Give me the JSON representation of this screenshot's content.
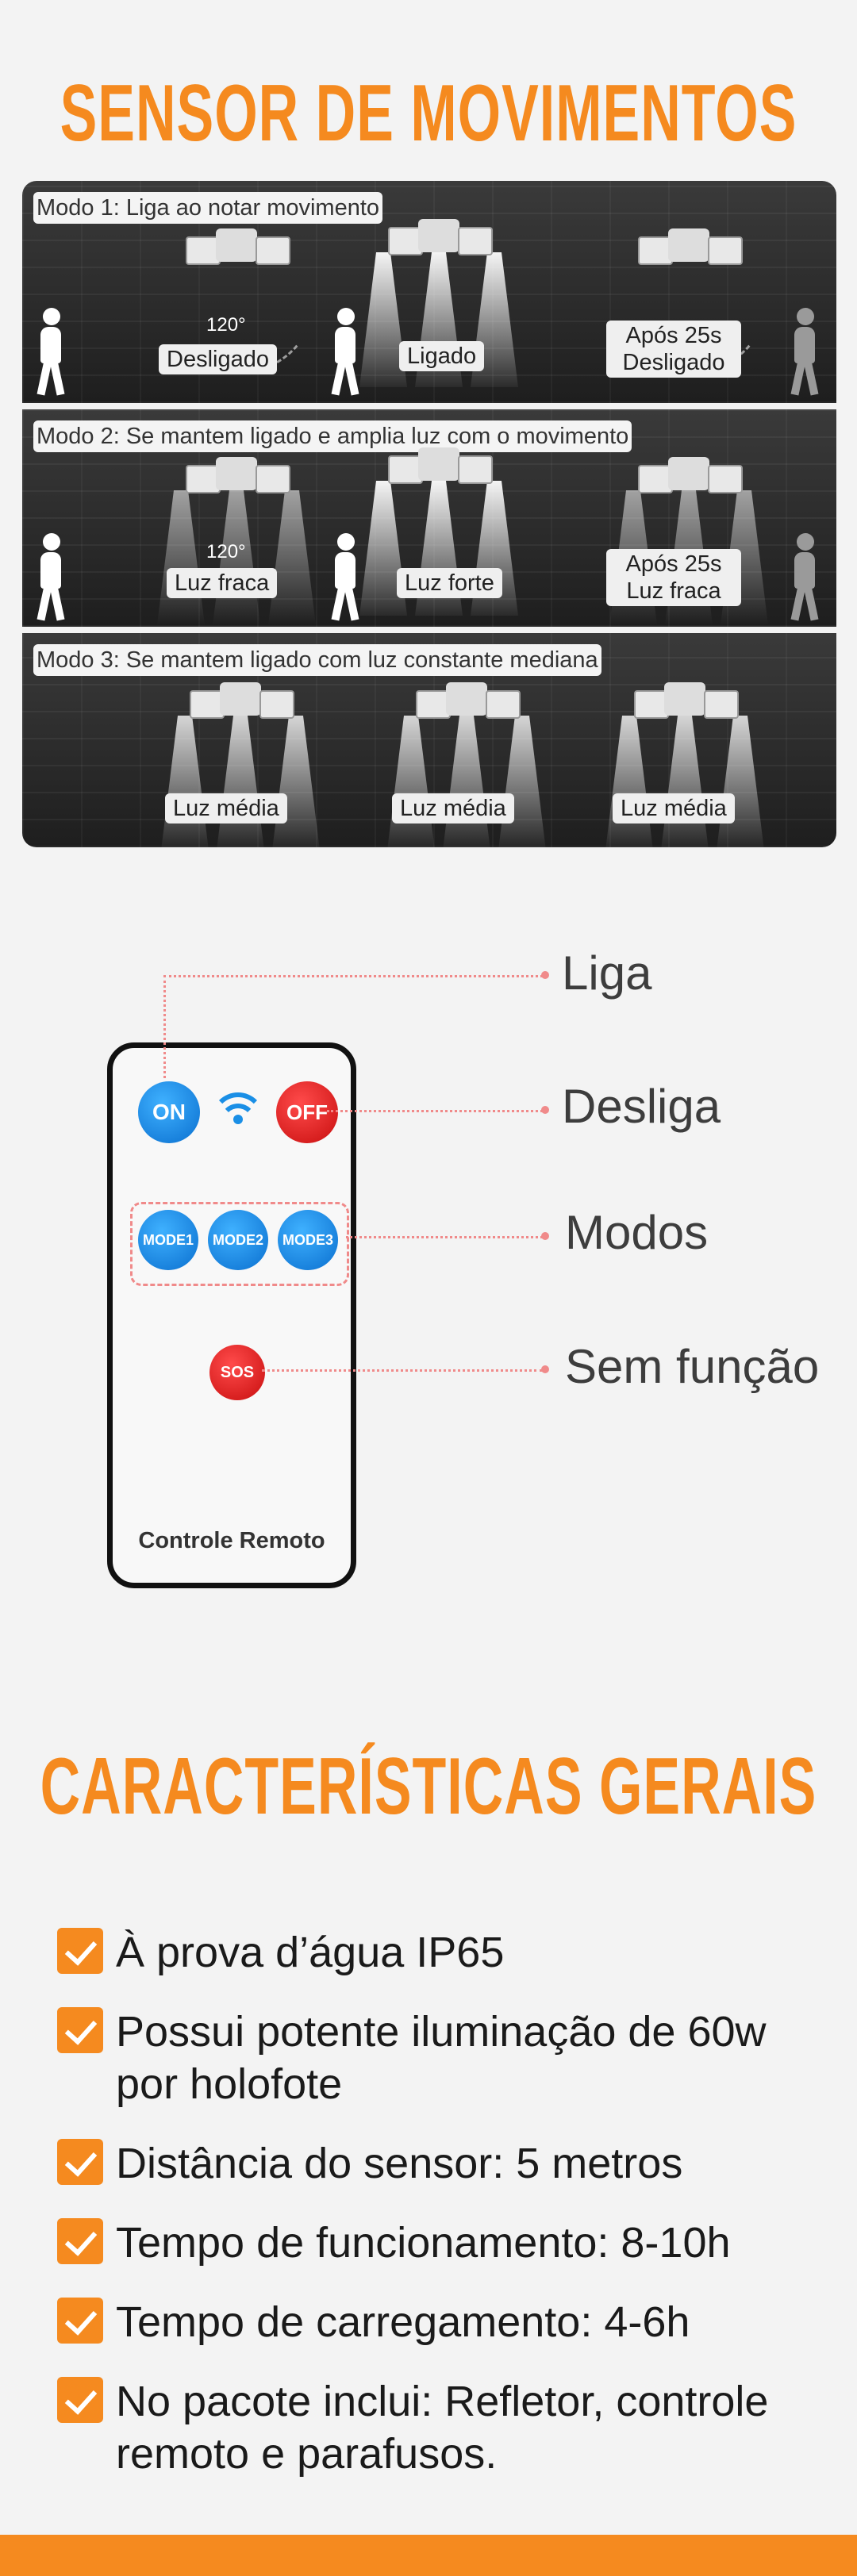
{
  "titles": {
    "motion": "SENSOR DE MOVIMENTOS",
    "features": "CARACTERÍSTICAS GERAIS"
  },
  "modes": [
    {
      "label": "Modo 1: Liga ao notar movimento",
      "states": [
        "Desligado",
        "Ligado",
        "Após 25s Desligado"
      ],
      "angle": "120°"
    },
    {
      "label": "Modo 2: Se mantem ligado e amplia luz com o movimento",
      "states": [
        "Luz fraca",
        "Luz forte",
        "Após 25s Luz fraca"
      ],
      "angle": "120°"
    },
    {
      "label": "Modo 3: Se mantem ligado com luz constante mediana",
      "states": [
        "Luz média",
        "Luz média",
        "Luz média"
      ]
    }
  ],
  "remote": {
    "label": "Controle Remoto",
    "buttons": {
      "on": "ON",
      "off": "OFF",
      "mode1": "MODE1",
      "mode2": "MODE2",
      "mode3": "MODE3",
      "sos": "SOS"
    },
    "callouts": {
      "on": "Liga",
      "off": "Desliga",
      "modes": "Modos",
      "sos": "Sem função"
    }
  },
  "features": [
    "À prova d’água IP65",
    "Possui potente iluminação de 60w por holofote",
    "Distância do sensor: 5 metros",
    "Tempo de funcionamento: 8-10h",
    "Tempo de carregamento: 4-6h",
    "No pacote inclui: Refletor, controle remoto e parafusos."
  ],
  "colors": {
    "accent": "#f58a1f",
    "button_blue": "#1a8fe6",
    "button_red": "#e01515",
    "callout_line": "#f08a8a"
  },
  "icons": [
    "checkbox-icon",
    "wifi-icon",
    "person-icon",
    "floodlight-icon"
  ]
}
